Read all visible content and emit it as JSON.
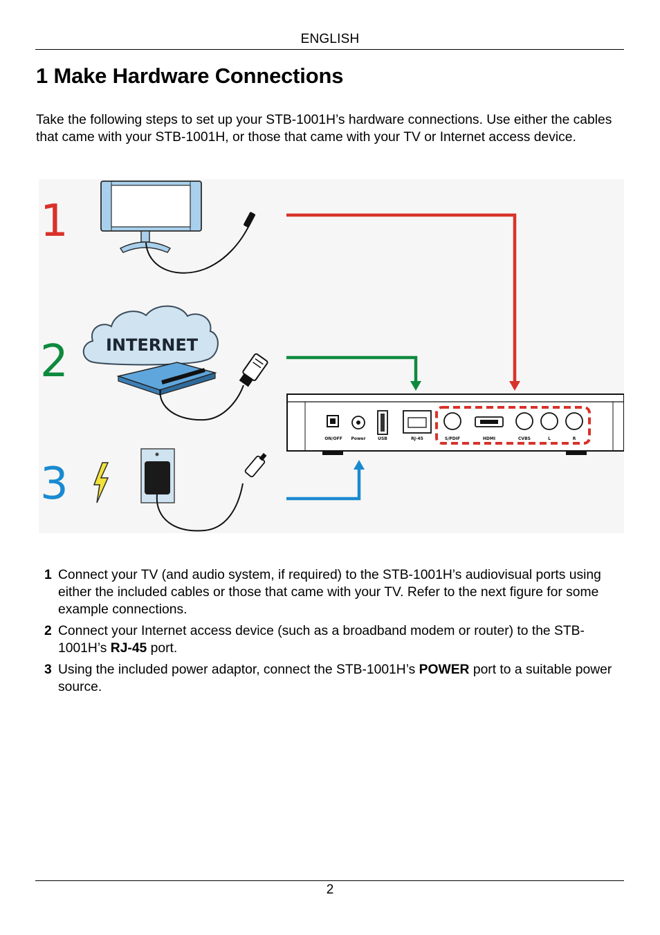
{
  "header": {
    "language": "ENGLISH"
  },
  "section": {
    "title": "1 Make Hardware Connections"
  },
  "intro": "Take the following steps to set up your STB-1001H’s hardware connections. Use either the cables that came with your STB-1001H, or those that came with your TV or Internet access device.",
  "figure": {
    "step_numbers": [
      "1",
      "2",
      "3"
    ],
    "internet_label": "INTERNET",
    "port_labels": [
      "ON/OFF",
      "Power",
      "USB",
      "RJ-45",
      "S/PDIF",
      "HDMI",
      "CVBS",
      "L",
      "R"
    ],
    "colors": {
      "step1": "#d8322a",
      "step2": "#0e8a3e",
      "step3": "#1a8ad0",
      "tv": "#a8d0ec",
      "cloud": "#cfe3f1",
      "lightning": "#f2e23a"
    }
  },
  "steps": [
    {
      "number": "1",
      "text_a": "Connect your TV (and audio system, if required) to the STB-1001H’s audiovisual ports using either the included cables or those that came with your TV. Refer to the next figure for some example connections."
    },
    {
      "number": "2",
      "text_a": "Connect your Internet access device (such as a broadband modem or router) to the STB-1001H’s ",
      "bold": "RJ-45",
      "text_b": " port."
    },
    {
      "number": "3",
      "text_a": "Using the included power adaptor, connect the STB-1001H’s ",
      "bold": "POWER",
      "text_b": " port to a suitable power source."
    }
  ],
  "footer": {
    "page_number": "2"
  }
}
